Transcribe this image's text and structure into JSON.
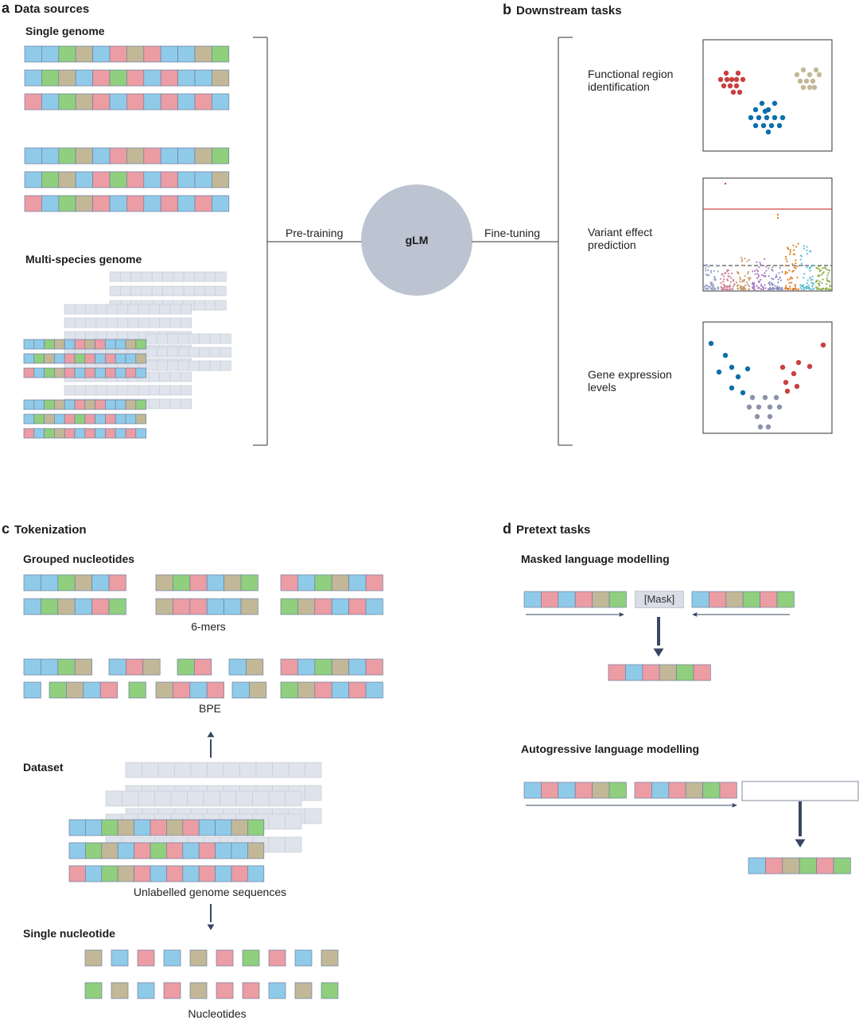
{
  "colors": {
    "A": "#8fcbe8",
    "G": "#8fcf7e",
    "C": "#c2b898",
    "T": "#ec9ca3",
    "ghost": "#dfe3ec",
    "circle": "#bcc3d1",
    "arrow": "#3a4763",
    "red": "#c9403f",
    "blue": "#0d6eaa",
    "tan": "#c2b898",
    "grey": "#8a93a8"
  },
  "panel_a": {
    "letter": "a",
    "title": "Data sources",
    "single_genome": "Single genome",
    "multi_species": "Multi-species genome"
  },
  "panel_b": {
    "letter": "b",
    "title": "Downstream tasks",
    "task1": "Functional region\nidentification",
    "task2": "Variant effect\nprediction",
    "task3": "Gene expression\nlevels"
  },
  "center": {
    "pretraining": "Pre-training",
    "model": "gLM",
    "finetuning": "Fine-tuning"
  },
  "panel_c": {
    "letter": "c",
    "title": "Tokenization",
    "grouped": "Grouped nucleotides",
    "kmers": "6-mers",
    "bpe": "BPE",
    "dataset": "Dataset",
    "unlabelled": "Unlabelled genome sequences",
    "single_nt": "Single nucleotide",
    "nucleotides": "Nucleotides"
  },
  "panel_d": {
    "letter": "d",
    "title": "Pretext tasks",
    "mlm": "Masked language modelling",
    "mask_token": "[Mask]",
    "alm": "Autogressive language modelling"
  }
}
